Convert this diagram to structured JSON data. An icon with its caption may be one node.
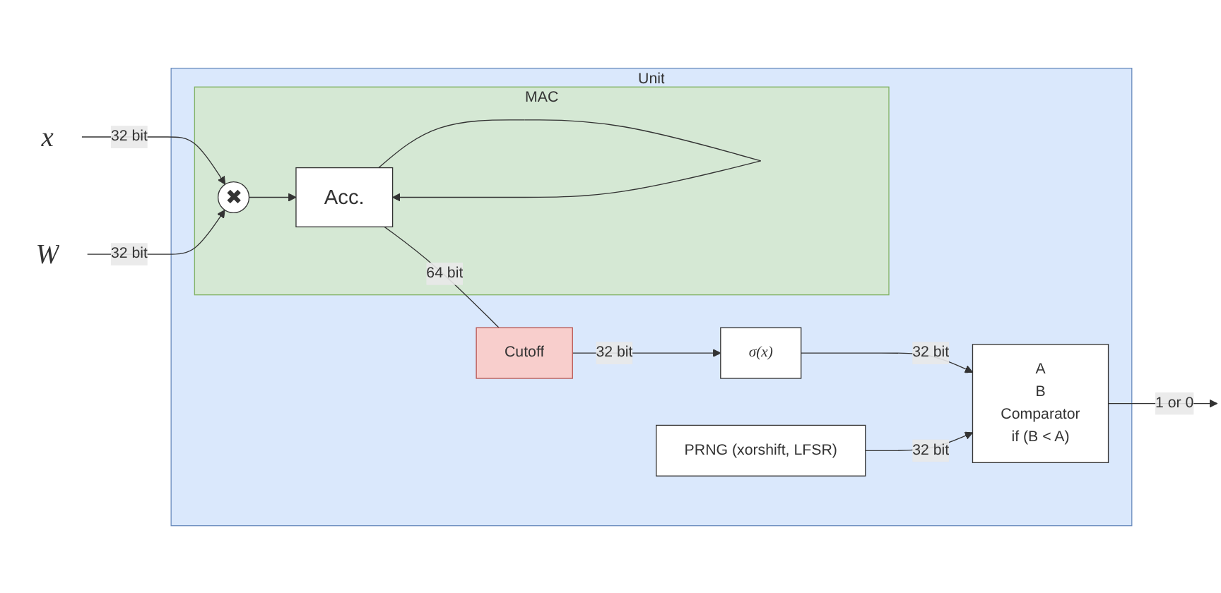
{
  "diagram": {
    "nodes": [
      {
        "text": [
          "Unit"
        ]
      },
      {
        "text": [
          "MAC"
        ],
        "in": 0
      },
      {
        "text": [
          "✖"
        ],
        "in": 1
      },
      {
        "text": [
          "Acc."
        ],
        "in": 1
      },
      {
        "text": [
          "Cutoff"
        ],
        "in": 0
      },
      {
        "text": [
          "σ(x)"
        ],
        "in": 0
      },
      {
        "text": [
          "A",
          "B",
          "Comparator",
          "if (B < A)"
        ],
        "in": 0
      },
      {
        "text": [
          "PRNG (xorshift, LFSR)"
        ],
        "in": 0
      },
      {
        "text": [
          "x"
        ]
      },
      {
        "text": [
          "W"
        ]
      }
    ],
    "edges": [
      {
        "from": 8,
        "to": 2,
        "arrow": "to",
        "label": "32 bit"
      },
      {
        "from": 9,
        "to": 2,
        "arrow": "to",
        "label": "32 bit"
      },
      {
        "from": 2,
        "to": 3,
        "arrow": "to"
      },
      {
        "from": 3,
        "to": 3,
        "arrow": "to"
      },
      {
        "from": 3,
        "to": 4,
        "arrow": "none",
        "label": "64 bit"
      },
      {
        "from": 4,
        "to": 5,
        "arrow": "to",
        "label": "32 bit"
      },
      {
        "from": 5,
        "to": 6,
        "arrow": "to",
        "label": "32 bit"
      },
      {
        "from": 7,
        "to": 6,
        "arrow": "to",
        "label": "32 bit"
      },
      {
        "from": 6,
        "to": null,
        "arrow": "to",
        "label": "1 or 0"
      }
    ]
  }
}
